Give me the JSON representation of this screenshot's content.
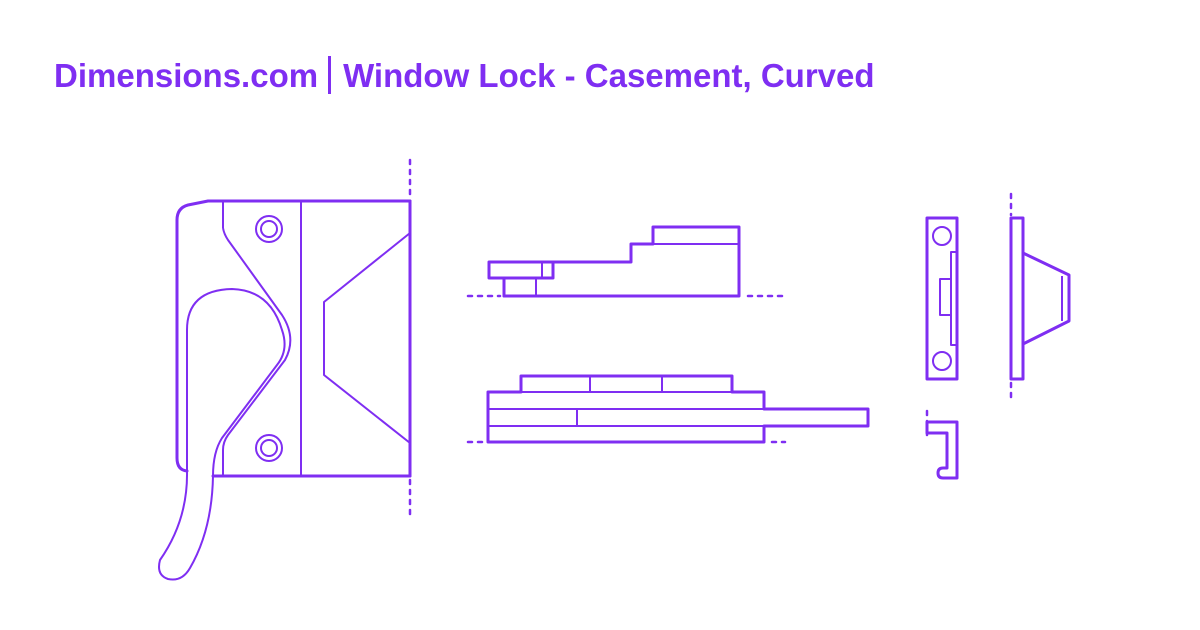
{
  "header": {
    "brand": "Dimensions.com",
    "title": "Window Lock - Casement, Curved"
  },
  "colors": {
    "accent": "#7f2ef2",
    "background": "#ffffff"
  },
  "drawings": {
    "front_view": "front-elevation-view",
    "top_view": "top-plan-view",
    "side_view_lower": "side-elevation-view",
    "keeper_front": "keeper-front-view",
    "keeper_side": "keeper-side-view",
    "keeper_hook": "keeper-hook-view"
  }
}
